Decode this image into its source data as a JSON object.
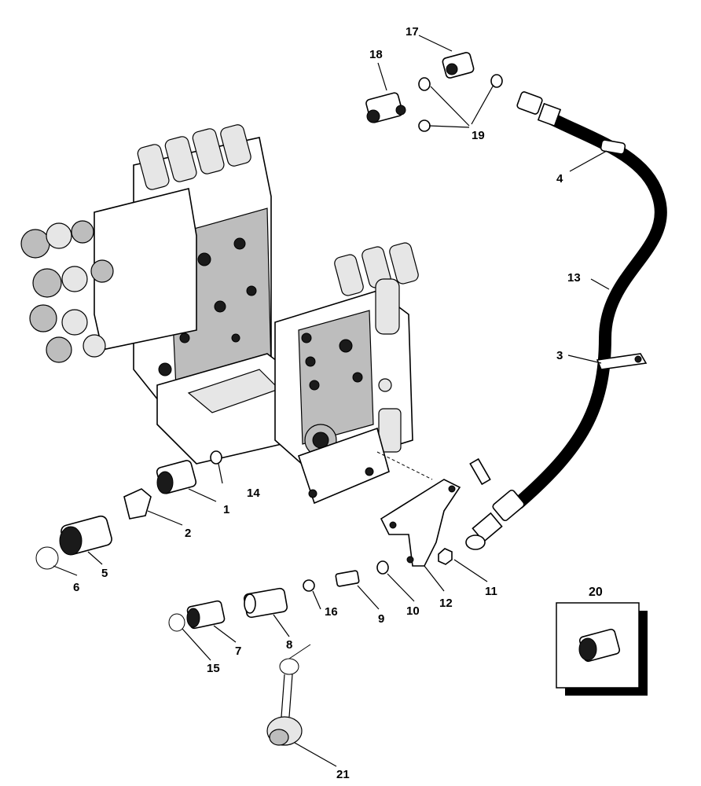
{
  "callouts": {
    "c1": "1",
    "c2": "2",
    "c3": "3",
    "c4": "4",
    "c5": "5",
    "c6": "6",
    "c7": "7",
    "c8": "8",
    "c9": "9",
    "c10": "10",
    "c11": "11",
    "c12": "12",
    "c13": "13",
    "c14": "14",
    "c15": "15",
    "c16": "16",
    "c17": "17",
    "c18": "18",
    "c19": "19",
    "c20": "20",
    "c21": "21"
  },
  "inset": {
    "label": "20"
  }
}
